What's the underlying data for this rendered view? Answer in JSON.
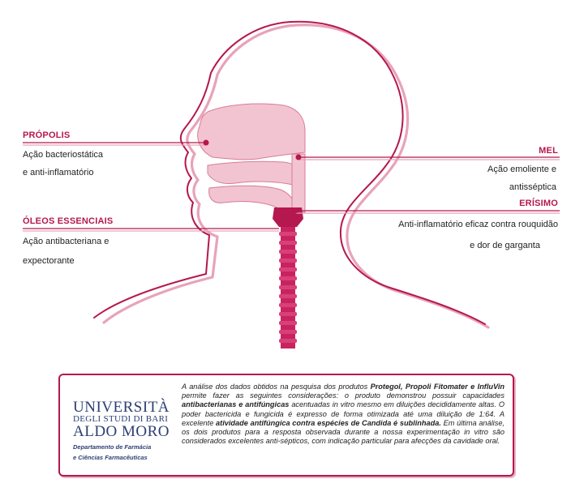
{
  "labels": {
    "propolis": {
      "title": "PRÓPOLIS",
      "desc_lines": [
        "Ação bacteriostática",
        "e anti-inflamatório"
      ]
    },
    "oleos": {
      "title": "ÓLEOS ESSENCIAIS",
      "desc_lines": [
        "Ação antibacteriana e",
        "expectorante"
      ]
    },
    "mel": {
      "title": "MEL",
      "desc_lines": [
        "Ação emoliente e",
        "antisséptica"
      ]
    },
    "erisimo": {
      "title": "ERÍSIMO",
      "desc_lines": [
        "Anti-inflamatório eficaz contra rouquidão",
        "e dor de garganta"
      ]
    }
  },
  "logo": {
    "line1": "UNIVERSITÀ",
    "line2": "DEGLI STUDI DI BARI",
    "line3": "ALDO MORO",
    "dept1": "Departamento de Farmácia",
    "dept2": "e Ciências Farmacêuticas"
  },
  "info": {
    "p1": "A análise dos dados obtidos na pesquisa dos produtos ",
    "p2": "Protegol, Propoli Fitomater e InfluVin",
    "p3": " permite fazer as seguintes considerações: o produto demonstrou possuir capacidades ",
    "p4": "antibacterianas e antifúngicas",
    "p5": " acentuadas in vitro mesmo em diluições decididamente altas. O poder bactericida e fungicida é expresso de forma otimizada até uma diluição de 1:64. A excelente ",
    "p6": "atividade antifúngica contra espécies de Candida é sublinhada.",
    "p7": " Em última análise, os dois produtos para a resposta observada durante a nossa experimentação in vitro são considerados excelentes anti-sépticos, com indicação particular para afecções da cavidade oral."
  },
  "colors": {
    "accent": "#b5174f",
    "light_fill": "#f2c4d1",
    "shadow": "#e8b4c4",
    "logo_blue": "#2d3e73"
  }
}
